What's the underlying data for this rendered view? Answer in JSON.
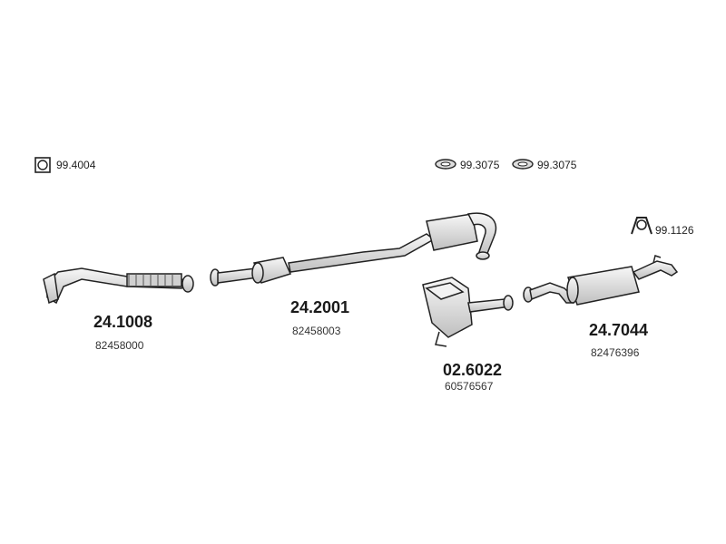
{
  "accessories": [
    {
      "id": "clamp",
      "icon": "square-clamp-icon",
      "code": "99.4004"
    },
    {
      "id": "rubber-mount-1",
      "icon": "rubber-ring-icon",
      "code": "99.3075"
    },
    {
      "id": "rubber-mount-2",
      "icon": "rubber-ring-icon",
      "code": "99.3075"
    },
    {
      "id": "hanger",
      "icon": "hanger-bracket-icon",
      "code": "99.1126"
    }
  ],
  "parts": [
    {
      "id": "front-pipe",
      "icon": "front-pipe-icon",
      "part_number": "24.1008",
      "oe_number": "82458000"
    },
    {
      "id": "middle-silencer",
      "icon": "middle-silencer-icon",
      "part_number": "24.2001",
      "oe_number": "82458003"
    },
    {
      "id": "front-silencer-box",
      "icon": "box-silencer-icon",
      "part_number": "02.6022",
      "oe_number": "60576567"
    },
    {
      "id": "rear-silencer",
      "icon": "rear-silencer-icon",
      "part_number": "24.7044",
      "oe_number": "82476396"
    }
  ],
  "colors": {
    "line": "#222222",
    "fill": "#e6e6e6",
    "shade": "#bdbdbd"
  }
}
